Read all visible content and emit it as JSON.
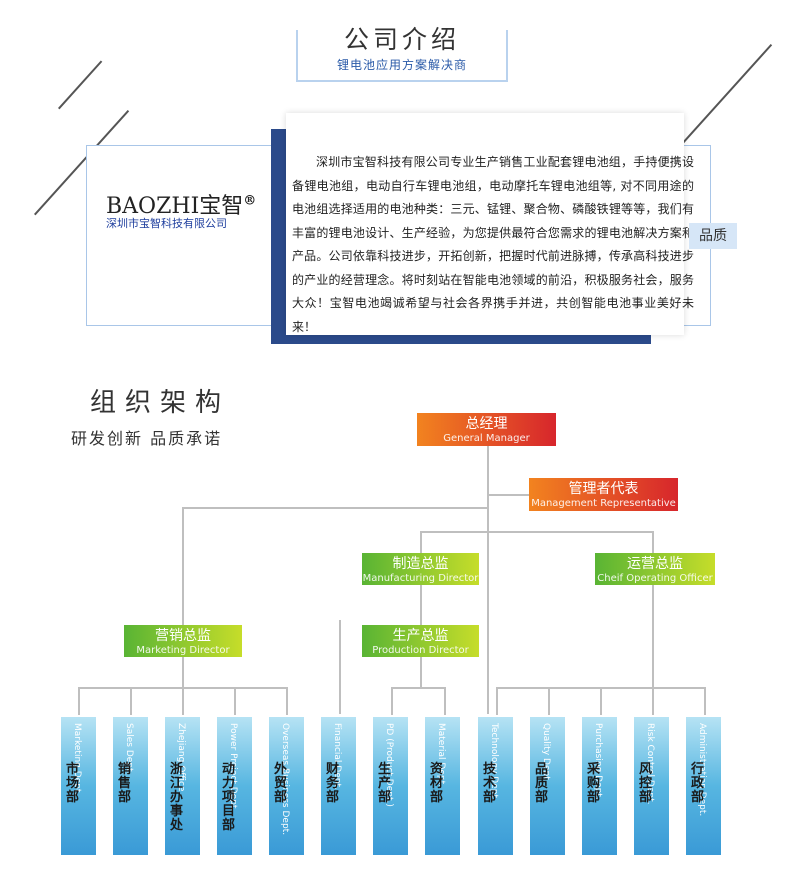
{
  "header": {
    "title": "公司介绍",
    "subtitle": "锂电池应用方案解决商"
  },
  "intro": {
    "brand": "BAOZHI宝智",
    "registered": "®",
    "brand_sub": "深圳市宝智科技有限公司",
    "quality_tag": "品质",
    "text": "深圳市宝智科技有限公司专业生产销售工业配套锂电池组，手持便携设备锂电池组，电动自行车锂电池组，电动摩托车锂电池组等, 对不同用途的电池组选择适用的电池种类：三元、锰锂、聚合物、磷酸铁锂等等，我们有丰富的锂电池设计、生产经验，为您提供最符合您需求的锂电池解决方案和产品。公司依靠科技进步，开拓创新，把握时代前进脉搏，传承高科技进步的产业的经营理念。将时刻站在智能电池领域的前沿，积极服务社会，服务大众！宝智电池竭诚希望与社会各界携手并进，共创智能电池事业美好未来！"
  },
  "org": {
    "title": "组织架构",
    "subtitle": "研发创新 品质承诺",
    "gm": {
      "cn": "总经理",
      "en": "General Manager"
    },
    "rep": {
      "cn": "管理者代表",
      "en": "Management  Representative"
    },
    "mfg": {
      "cn": "制造总监",
      "en": "Manufacturing Director"
    },
    "coo": {
      "cn": "运营总监",
      "en": "Cheif Operating Officer"
    },
    "mkt": {
      "cn": "营销总监",
      "en": "Marketing Director"
    },
    "prod": {
      "cn": "生产总监",
      "en": "Production Director"
    },
    "depts": [
      {
        "cn": "市场部",
        "en": "Marketing Dept."
      },
      {
        "cn": "销售部",
        "en": "Sales Dept."
      },
      {
        "cn": "浙江办事处",
        "en": "Zhejiang Office"
      },
      {
        "cn": "动力项目部",
        "en": "Power Project Dept."
      },
      {
        "cn": "外贸部",
        "en": "Overseas Business Dept."
      },
      {
        "cn": "财务部",
        "en": "Financial Dept."
      },
      {
        "cn": "生产部",
        "en": "PD (Product Dept.)"
      },
      {
        "cn": "资材部",
        "en": "Material Dept."
      },
      {
        "cn": "技术部",
        "en": "Technology Dept."
      },
      {
        "cn": "品质部",
        "en": "Quality Dept."
      },
      {
        "cn": "采购部",
        "en": "Purchasing Dept."
      },
      {
        "cn": "风控部",
        "en": "Risk Control Dept."
      },
      {
        "cn": "行政部",
        "en": "Administration Dept."
      }
    ]
  }
}
